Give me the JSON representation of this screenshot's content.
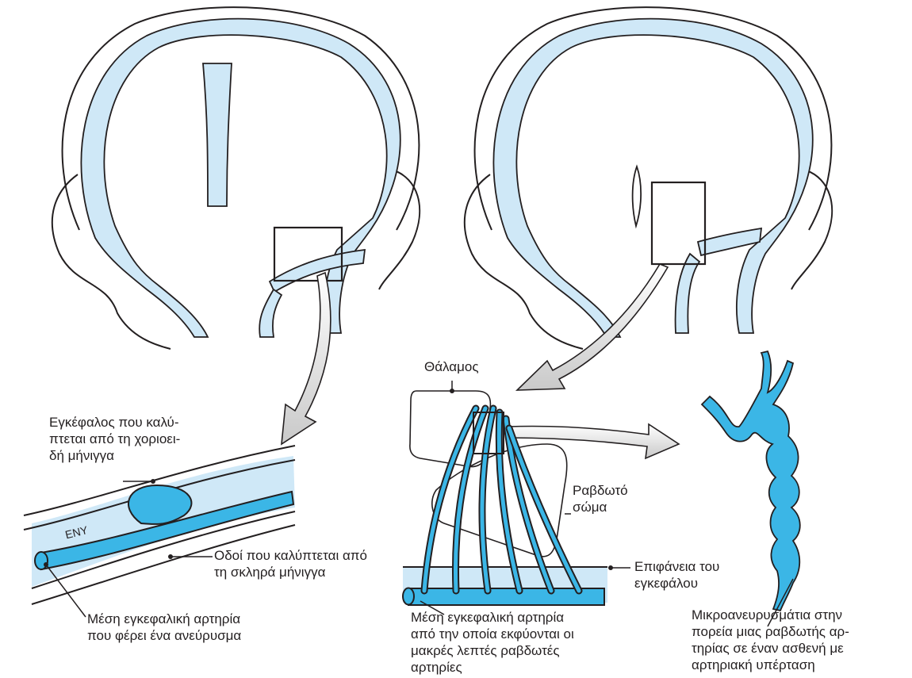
{
  "labels": {
    "brain_choroid": "Εγκέφαλος που καλύ-\nπτεται από τη χοριοει-\nδή μήνιγγα",
    "csf": "ΕΝΥ",
    "dura_route": "Οδοί που καλύπτεται από\nτη σκληρά μήνιγγα",
    "mca_aneurysm": "Μέση εγκεφαλική αρτηρία\nπου φέρει ένα ανεύρυσμα",
    "thalamus": "Θάλαμος",
    "striatum": "Ραβδωτό\nσώμα",
    "brain_surface": "Επιφάνεια του\nεγκεφάλου",
    "mca_lenticulostriate": "Μέση εγκεφαλική αρτηρία\nαπό την οποία εκφύονται οι\nμακρές λεπτές ραβδωτές\nαρτηρίες",
    "microaneurysms": "Μικροανευρυσμάτια στην\nπορεία μιας ραβδωτής αρ-\nτηρίας σε έναν ασθενή με\nαρτηριακή υπέρταση"
  },
  "colors": {
    "light_blue": "#cfe8f7",
    "mid_blue": "#3bb6e6",
    "line": "#231f20"
  }
}
